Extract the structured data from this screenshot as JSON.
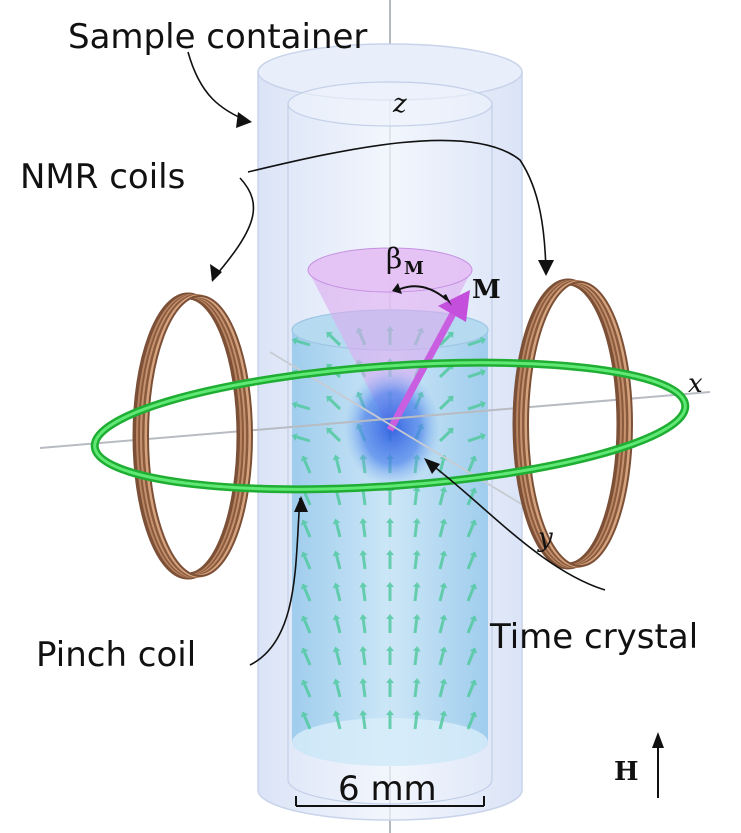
{
  "labels": {
    "sample_container": "Sample container",
    "nmr_coils": "NMR coils",
    "pinch_coil": "Pinch coil",
    "time_crystal": "Time crystal",
    "scale_bar": "6 mm",
    "field": "H",
    "magnetization": "M",
    "tilt_angle": "β",
    "tilt_angle_subscript": "M",
    "axis_x": "x",
    "axis_y": "y",
    "axis_z": "z"
  },
  "colors": {
    "container": "#dfe8f8",
    "liquid": "#a9d3ee",
    "coil_copper": "#b07a55",
    "pinch_coil": "#35d04a",
    "time_crystal": "#3a6fe0",
    "cone": "#d6a8ef",
    "magnetization_arrow": "#c95fe0",
    "texture_arrows": "#52c9a0"
  }
}
